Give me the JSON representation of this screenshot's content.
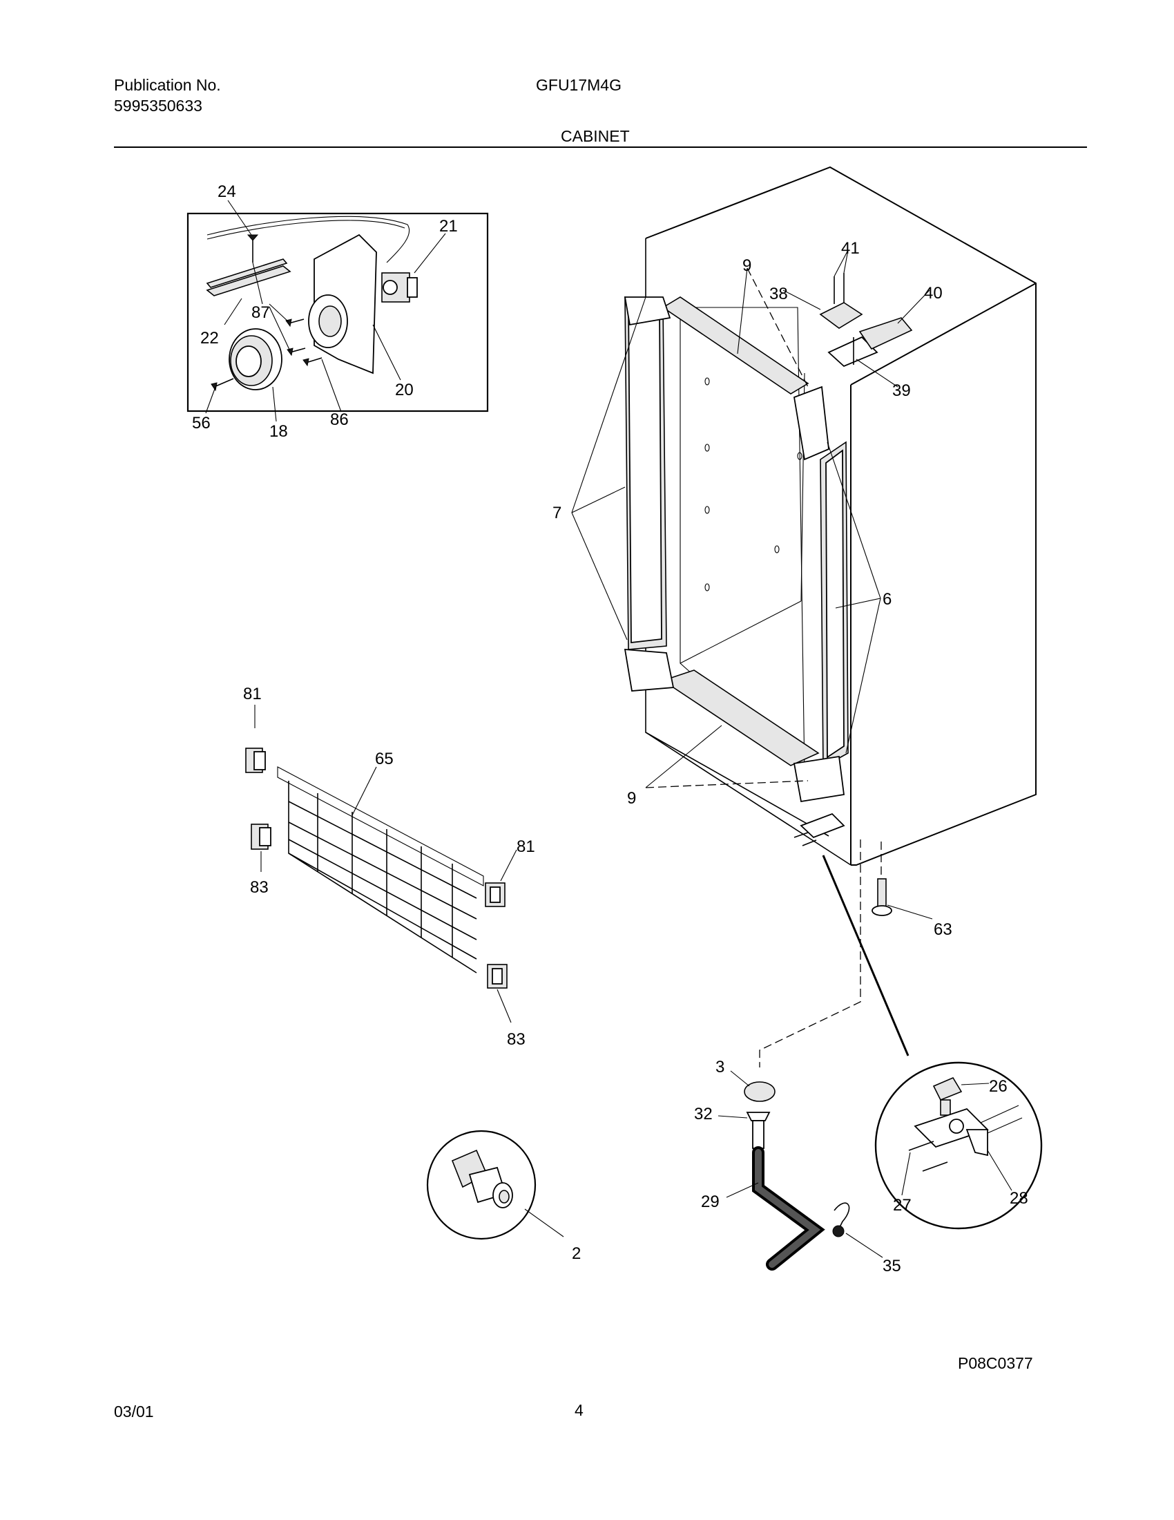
{
  "header": {
    "publication_label": "Publication No.",
    "publication_number": "5995350633",
    "model": "GFU17M4G",
    "section_title": "CABINET"
  },
  "footer": {
    "date": "03/01",
    "page_number": "4",
    "drawing_code": "P08C0377"
  },
  "callouts": {
    "c24": "24",
    "c21": "21",
    "c87": "87",
    "c22": "22",
    "c20": "20",
    "c56": "56",
    "c18": "18",
    "c86": "86",
    "c9_top": "9",
    "c41": "41",
    "c38": "38",
    "c40": "40",
    "c39": "39",
    "c7": "7",
    "c6": "6",
    "c9_bottom": "9",
    "c81_top": "81",
    "c65": "65",
    "c81_right": "81",
    "c83_left": "83",
    "c83_bottom": "83",
    "c63": "63",
    "c3": "3",
    "c32": "32",
    "c29": "29",
    "c35": "35",
    "c26": "26",
    "c27": "27",
    "c28": "28",
    "c2": "2"
  }
}
